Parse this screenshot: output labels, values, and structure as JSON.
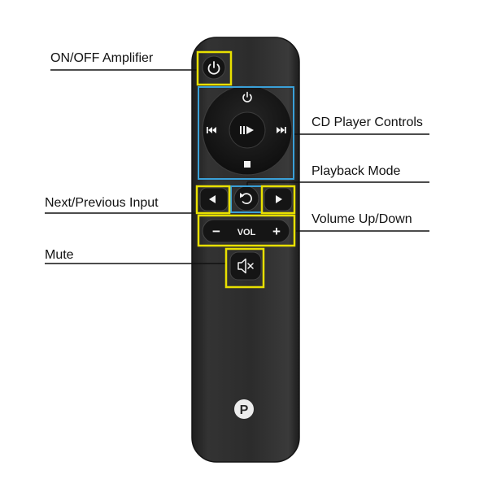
{
  "callouts": {
    "amp_power": "ON/OFF Amplifier",
    "cd_controls": "CD Player Controls",
    "playback_mode": "Playback Mode",
    "next_prev_input": "Next/Previous Input",
    "volume": "Volume Up/Down",
    "mute": "Mute"
  },
  "remote": {
    "volume_label": "VOL",
    "volume_minus": "−",
    "volume_plus": "+",
    "logo_letter": "P"
  },
  "colors": {
    "remote_body": "#2b2b2b",
    "button_fill": "#1a1a1a",
    "highlight_yellow": "#e8e000",
    "highlight_blue": "#3aa0d8",
    "callout_line": "#111111",
    "icon_white": "#f2f2f2"
  }
}
